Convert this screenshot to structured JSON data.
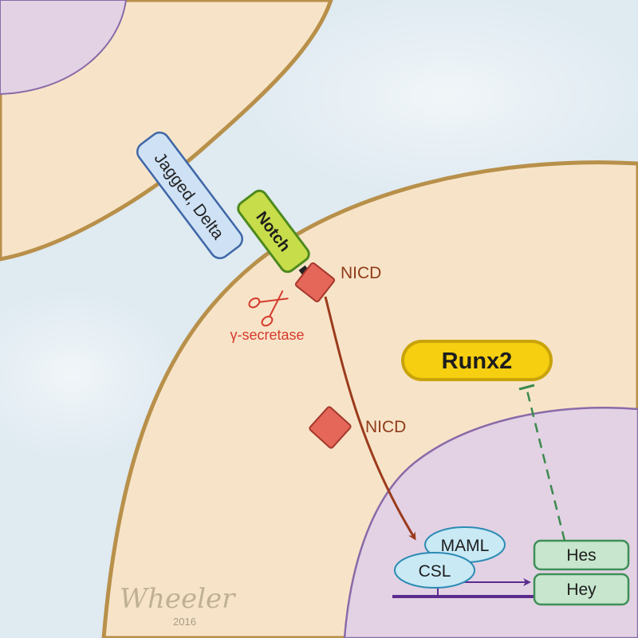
{
  "diagram": {
    "ligand_label": "Jagged, Delta",
    "receptor_label": "Notch",
    "nicd_label_membrane": "NICD",
    "nicd_label_cytoplasm": "NICD",
    "enzyme_label": "γ-secretase",
    "enzyme_icon": "scissors-icon",
    "target_label": "Runx2",
    "coactivator_label": "MAML",
    "tf_label": "CSL",
    "gene_1_label": "Hes",
    "gene_2_label": "Hey",
    "signature_name": "Wheeler",
    "signature_year": "2016"
  },
  "colors": {
    "background_blue": "#dfeaf1",
    "cell_cytoplasm": "#f7e4c8",
    "cell_membrane": "#b8904a",
    "nucleus": "#e2d2e4",
    "nucleus_border": "#8a6aa8",
    "ligand_fill": "#cfe2f5",
    "ligand_border": "#3f67a7",
    "notch_fill": "#c8dd4a",
    "notch_border": "#4e8a1e",
    "nicd_fill": "#e4675a",
    "nicd_border": "#a5372b",
    "nicd_arrow": "#9b3b1d",
    "enzyme_red": "#d63a2e",
    "runx2_fill": "#f5cf10",
    "runx2_border": "#c9a30a",
    "coactivator_fill": "#c9e9f5",
    "coactivator_border": "#2c8bb3",
    "gene_fill": "#c7e6cd",
    "gene_border": "#3f8f57",
    "dna_purple": "#5b2b8f",
    "inhibition_green": "#3c8a4e"
  }
}
